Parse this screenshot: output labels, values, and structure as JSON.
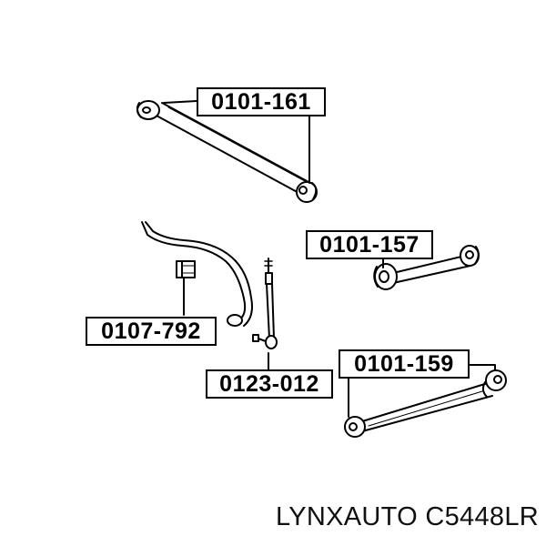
{
  "parts": [
    {
      "id": "upper-arm",
      "label": "0101-161"
    },
    {
      "id": "right-upper-link",
      "label": "0101-157"
    },
    {
      "id": "stabilizer-bushing",
      "label": "0107-792"
    },
    {
      "id": "stabilizer-link",
      "label": "0123-012"
    },
    {
      "id": "lower-arm",
      "label": "0101-159"
    }
  ],
  "caption": "LYNXAUTO C5448LR",
  "colors": {
    "line": "#000000",
    "background": "#ffffff"
  }
}
